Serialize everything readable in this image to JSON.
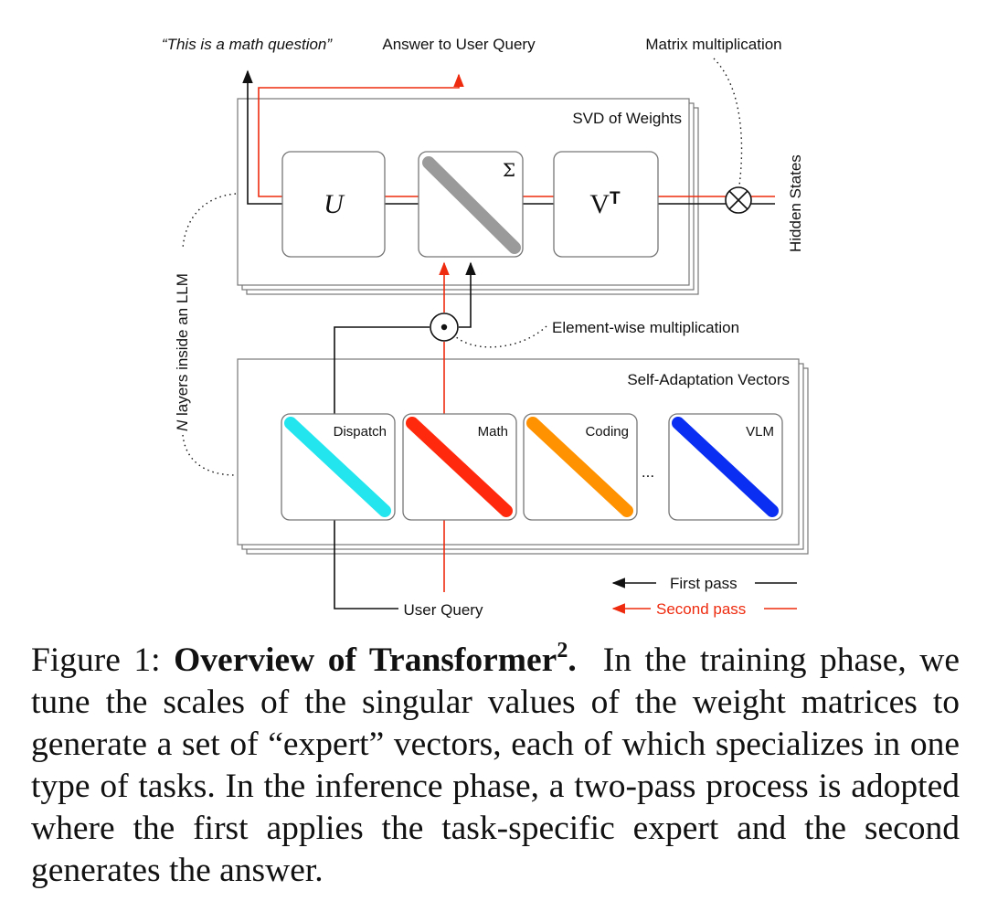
{
  "diagram": {
    "top_labels": {
      "math_question": "“This is a math question”",
      "answer": "Answer to User Query",
      "matrix_mult": "Matrix multiplication"
    },
    "svd_title": "SVD of Weights",
    "matrices": {
      "u": "U",
      "sigma": "Σ",
      "v_main": "V",
      "v_sup": "T"
    },
    "hidden_states": "Hidden States",
    "elementwise": "Element-wise multiplication",
    "layers_label_n": "N",
    "layers_label_rest": " layers inside an LLM",
    "sav_title": "Self-Adaptation Vectors",
    "vectors": [
      {
        "label": "Dispatch",
        "color": "#22e5ee"
      },
      {
        "label": "Math",
        "color": "#ff2a0d"
      },
      {
        "label": "Coding",
        "color": "#ff9200"
      },
      {
        "label": "VLM",
        "color": "#0a2ff2"
      }
    ],
    "ellipsis": "...",
    "user_query": "User Query",
    "legend": {
      "first_pass": "First pass",
      "second_pass": "Second pass",
      "first_color": "#111111",
      "second_color": "#ee2b0f"
    },
    "colors": {
      "sigma_diagonal": "#9a9a9a",
      "box_stroke": "#7a7a7a"
    }
  },
  "caption": {
    "prefix": "Figure 1: ",
    "title": "Overview of Transformer",
    "title_sup": "2",
    "title_end": ".",
    "body": "  In the training phase, we tune the scales of the singular values of the weight matrices to generate a set of “expert” vectors, each of which specializes in one type of tasks. In the inference phase, a two-pass process is adopted where the first applies the task-specific expert and the second generates the answer."
  }
}
